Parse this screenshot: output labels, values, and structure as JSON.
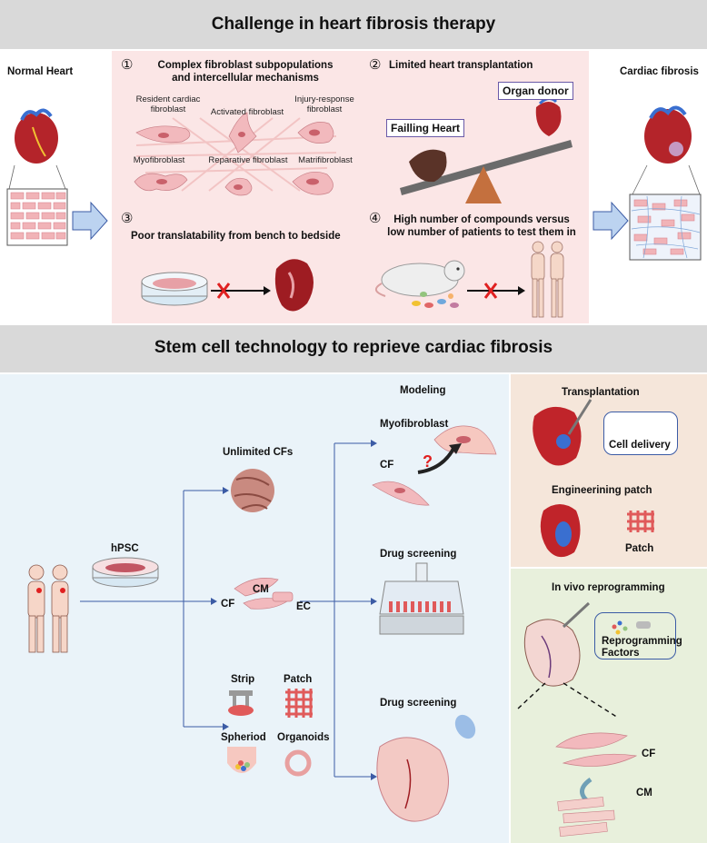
{
  "top": {
    "title": "Challenge in heart fibrosis therapy",
    "normal_heart": "Normal Heart",
    "cardiac_fibrosis": "Cardiac fibrosis",
    "c1_num": "①",
    "c1_title_line1": "Complex fibroblast subpopulations",
    "c1_title_line2": "and intercellular mechanisms",
    "sub_resident_l1": "Resident cardiac",
    "sub_resident_l2": "fibroblast",
    "sub_activated": "Activated fibroblast",
    "sub_injury_l1": "Injury-response",
    "sub_injury_l2": "fibroblast",
    "sub_myo": "Myofibroblast",
    "sub_reparative": "Reparative fibroblast",
    "sub_matri": "Matrifibroblast",
    "c2_num": "②",
    "c2_title": "Limited heart transplantation",
    "organ_donor": "Organ donor",
    "failing_heart": "Failling Heart",
    "c3_num": "③",
    "c3_title": "Poor translatability from bench to bedside",
    "c4_num": "④",
    "c4_title_line1": "High number of compounds versus",
    "c4_title_line2": "low number of patients to test them in"
  },
  "bottom": {
    "title": "Stem cell technology to reprieve cardiac fibrosis",
    "hpsc": "hPSC",
    "unlimited_cfs": "Unlimited CFs",
    "cf": "CF",
    "cm": "CM",
    "ec": "EC",
    "strip": "Strip",
    "patch": "Patch",
    "spheroid": "Spheriod",
    "organoids": "Organoids",
    "modeling": "Modeling",
    "myofibroblast": "Myofibroblast",
    "cf_model": "CF",
    "question": "?",
    "drug_screening_1": "Drug screening",
    "drug_screening_2": "Drug screening",
    "transplantation": "Transplantation",
    "cell_delivery": "Cell delivery",
    "engineering_patch": "Engineerining patch",
    "patch_label": "Patch",
    "in_vivo": "In vivo reprogramming",
    "reprog_l1": "Reprogramming",
    "reprog_l2": "Factors",
    "cf_rep": "CF",
    "cm_rep": "CM"
  },
  "colors": {
    "band": "#d9d9d9",
    "pink_panel": "#fbe6e6",
    "blue_panel": "#eaf3f9",
    "peach_panel": "#f5e6da",
    "green_panel": "#e8f0dc",
    "arrow_line": "#3b5ba5",
    "red_cross": "#e02020",
    "heart_red": "#b4242a"
  }
}
